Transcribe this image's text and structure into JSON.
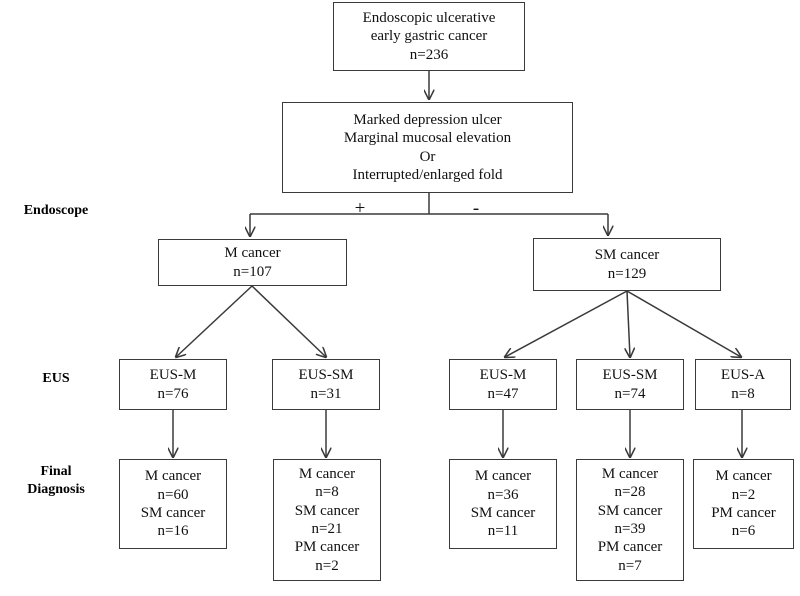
{
  "figure": {
    "type": "flowchart",
    "title": "Endoscopic ulcerative early gastric cancer diagnostic flow"
  },
  "stage_labels": {
    "endoscope": "Endoscope",
    "eus": "EUS",
    "final_diagnosis": "Final\nDiagnosis"
  },
  "branch_signs": {
    "positive": "+",
    "negative": "-"
  },
  "nodes": {
    "root": {
      "lines": [
        "Endoscopic ulcerative",
        "early gastric cancer",
        "n=236"
      ]
    },
    "criteria": {
      "lines": [
        "Marked depression ulcer",
        "Marginal mucosal elevation",
        "Or",
        "Interrupted/enlarged fold"
      ]
    },
    "m_cancer": {
      "lines": [
        "M cancer",
        "n=107"
      ]
    },
    "sm_cancer": {
      "lines": [
        "SM cancer",
        "n=129"
      ]
    },
    "eus_m_left": {
      "lines": [
        "EUS-M",
        "n=76"
      ]
    },
    "eus_sm_left": {
      "lines": [
        "EUS-SM",
        "n=31"
      ]
    },
    "eus_m_right": {
      "lines": [
        "EUS-M",
        "n=47"
      ]
    },
    "eus_sm_right": {
      "lines": [
        "EUS-SM",
        "n=74"
      ]
    },
    "eus_a_right": {
      "lines": [
        "EUS-A",
        "n=8"
      ]
    },
    "final_1": {
      "lines": [
        "M cancer",
        "n=60",
        "SM cancer",
        "n=16"
      ]
    },
    "final_2": {
      "lines": [
        "M cancer",
        "n=8",
        "SM cancer",
        "n=21",
        "PM cancer",
        "n=2"
      ]
    },
    "final_3": {
      "lines": [
        "M cancer",
        "n=36",
        "SM cancer",
        "n=11"
      ]
    },
    "final_4": {
      "lines": [
        "M cancer",
        "n=28",
        "SM cancer",
        "n=39",
        "PM cancer",
        "n=7"
      ]
    },
    "final_5": {
      "lines": [
        "M cancer",
        "n=2",
        "PM cancer",
        "n=6"
      ]
    }
  },
  "colors": {
    "stroke": "#3a3a3a",
    "text": "#111111",
    "background": "#ffffff"
  }
}
